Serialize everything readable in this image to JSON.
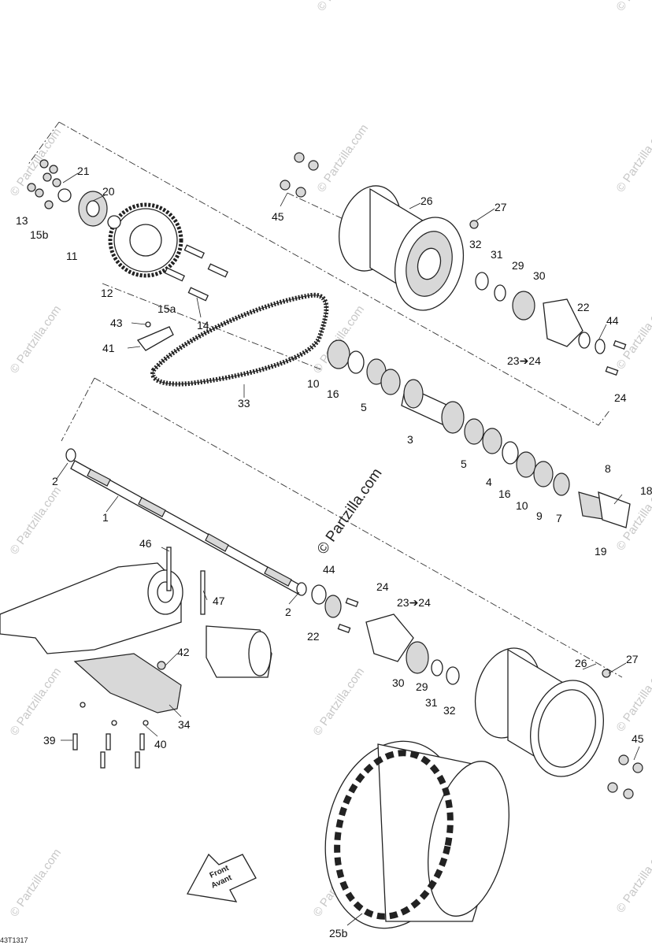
{
  "watermark": {
    "text": "© Partzilla.com",
    "center_text": "© Partzilla.com"
  },
  "figure_code": "43T1317",
  "front_arrow": {
    "line1": "Front",
    "line2": "Avant"
  },
  "callouts": {
    "c1": "1",
    "c2a": "2",
    "c2b": "2",
    "c3": "3",
    "c4": "4",
    "c5a": "5",
    "c5b": "5",
    "c7": "7",
    "c8": "8",
    "c9": "9",
    "c10a": "10",
    "c10b": "10",
    "c11": "11",
    "c12": "12",
    "c13": "13",
    "c14": "14",
    "c15a": "15a",
    "c15b": "15b",
    "c16a": "16",
    "c16b": "16",
    "c18": "18",
    "c19": "19",
    "c20": "20",
    "c21": "21",
    "c22a": "22",
    "c22b": "22",
    "c23a": "23➔24",
    "c23b": "23➔24",
    "c24a": "24",
    "c24b": "24",
    "c25b": "25b",
    "c26a": "26",
    "c26b": "26",
    "c27a": "27",
    "c27b": "27",
    "c29a": "29",
    "c29b": "29",
    "c30a": "30",
    "c30b": "30",
    "c31a": "31",
    "c31b": "31",
    "c32a": "32",
    "c32b": "32",
    "c33": "33",
    "c34": "34",
    "c39": "39",
    "c40": "40",
    "c41": "41",
    "c42": "42",
    "c43": "43",
    "c44a": "44",
    "c44b": "44",
    "c45a": "45",
    "c45b": "45",
    "c46": "46",
    "c47": "47"
  }
}
